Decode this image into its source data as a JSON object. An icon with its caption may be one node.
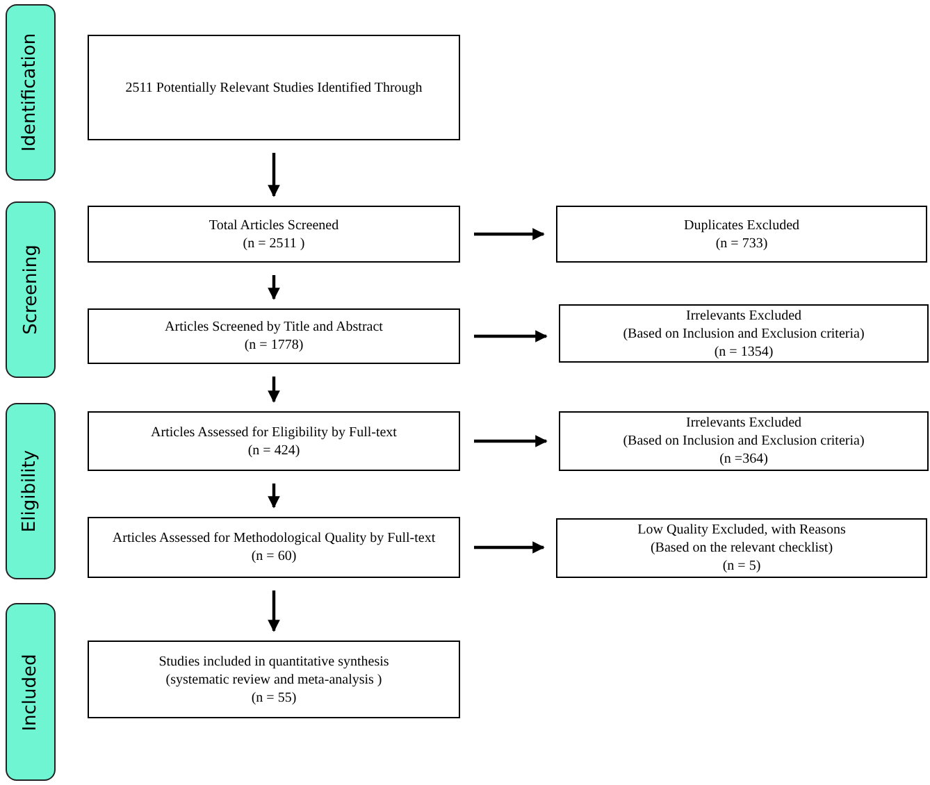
{
  "diagram": {
    "nodes": [
      {
        "text": [
          "Identification"
        ]
      },
      {
        "text": [
          "2511 Potentially Relevant Studies Identified Through"
        ]
      },
      {
        "text": [
          "Screening"
        ]
      },
      {
        "text": [
          "Total Articles Screened",
          "(n = 2511 )"
        ]
      },
      {
        "text": [
          "Duplicates Excluded",
          "(n = 733)"
        ]
      },
      {
        "text": [
          "Articles Screened by Title and Abstract",
          "(n = 1778)"
        ]
      },
      {
        "text": [
          "Irrelevants Excluded",
          "(Based on Inclusion and Exclusion criteria)",
          "(n = 1354)"
        ]
      },
      {
        "text": [
          "Eligibility"
        ]
      },
      {
        "text": [
          "Articles Assessed for Eligibility by Full-text",
          "(n = 424)"
        ]
      },
      {
        "text": [
          "Irrelevants Excluded",
          "(Based on Inclusion and Exclusion criteria)",
          "(n =364)"
        ]
      },
      {
        "text": [
          "Articles Assessed for Methodological Quality by Full-text",
          "(n = 60)"
        ]
      },
      {
        "text": [
          "Low Quality Excluded, with Reasons",
          "(Based on the relevant checklist)",
          "(n = 5)"
        ]
      },
      {
        "text": [
          "Included"
        ]
      },
      {
        "text": [
          "Studies included in quantitative synthesis",
          "(systematic review and meta-analysis )",
          "(n =  55)"
        ]
      }
    ],
    "edges": [
      {
        "from": 1,
        "to": 3,
        "arrow": "to"
      },
      {
        "from": 3,
        "to": 4,
        "arrow": "to"
      },
      {
        "from": 3,
        "to": 5,
        "arrow": "to"
      },
      {
        "from": 5,
        "to": 6,
        "arrow": "to"
      },
      {
        "from": 5,
        "to": 8,
        "arrow": "to"
      },
      {
        "from": 8,
        "to": 9,
        "arrow": "to"
      },
      {
        "from": 8,
        "to": 10,
        "arrow": "to"
      },
      {
        "from": 10,
        "to": 11,
        "arrow": "to"
      },
      {
        "from": 10,
        "to": 13,
        "arrow": "to"
      }
    ]
  }
}
